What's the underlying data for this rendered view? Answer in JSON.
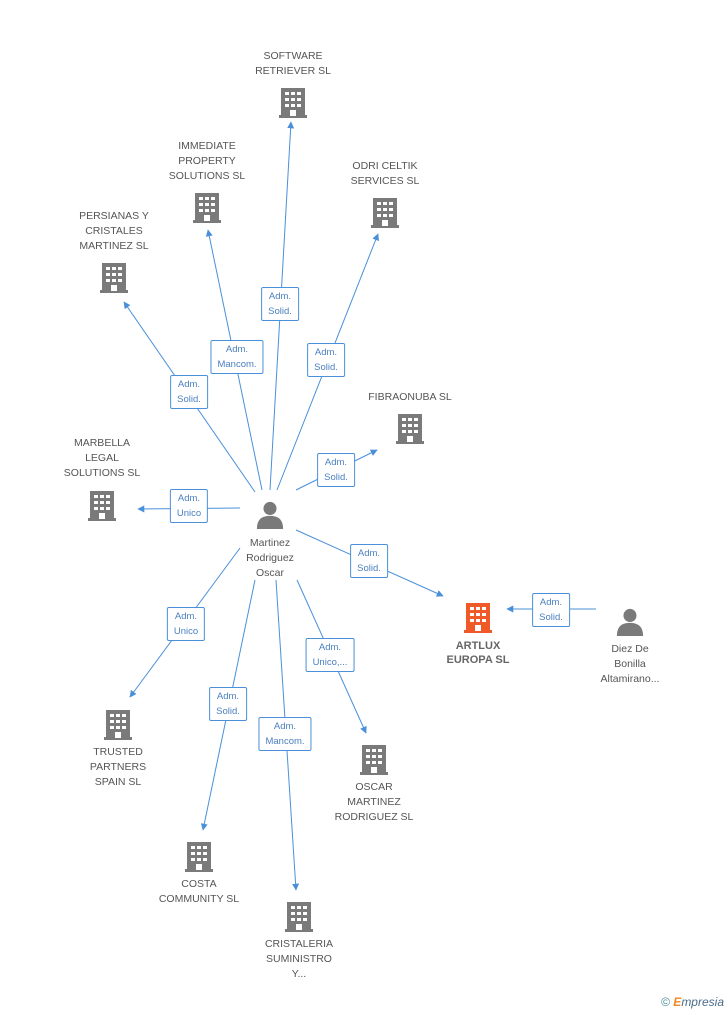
{
  "colors": {
    "building": "#7a7a7a",
    "focus_building": "#f05a28",
    "person": "#7a7a7a",
    "edge": "#4a90d9"
  },
  "center": {
    "name_lines": [
      "Martinez",
      "Rodriguez",
      "Oscar"
    ],
    "icon": "person-icon"
  },
  "companies": [
    {
      "id": "software",
      "lines": [
        "SOFTWARE",
        "RETRIEVER  SL"
      ],
      "icon": "building-icon"
    },
    {
      "id": "immediate",
      "lines": [
        "IMMEDIATE",
        "PROPERTY",
        "SOLUTIONS SL"
      ],
      "icon": "building-icon"
    },
    {
      "id": "odri",
      "lines": [
        "ODRI CELTIK",
        "SERVICES  SL"
      ],
      "icon": "building-icon"
    },
    {
      "id": "persianas",
      "lines": [
        "PERSIANAS Y",
        "CRISTALES",
        "MARTINEZ  SL"
      ],
      "icon": "building-icon"
    },
    {
      "id": "fibraonuba",
      "lines": [
        "FIBRAONUBA SL"
      ],
      "icon": "building-icon"
    },
    {
      "id": "marbella",
      "lines": [
        "MARBELLA",
        "LEGAL",
        "SOLUTIONS  SL"
      ],
      "icon": "building-icon"
    },
    {
      "id": "artlux",
      "lines": [
        "ARTLUX",
        "EUROPA SL"
      ],
      "icon": "building-icon",
      "focus": true
    },
    {
      "id": "trusted",
      "lines": [
        "TRUSTED",
        "PARTNERS",
        "SPAIN  SL"
      ],
      "icon": "building-icon"
    },
    {
      "id": "oscar",
      "lines": [
        "OSCAR",
        "MARTINEZ",
        "RODRIGUEZ SL"
      ],
      "icon": "building-icon"
    },
    {
      "id": "costa",
      "lines": [
        "COSTA",
        "COMMUNITY SL"
      ],
      "icon": "building-icon"
    },
    {
      "id": "cristaleria",
      "lines": [
        "CRISTALERIA",
        "SUMINISTRO",
        "Y..."
      ],
      "icon": "building-icon"
    }
  ],
  "other_person": {
    "lines": [
      "Diez De",
      "Bonilla",
      "Altamirano..."
    ],
    "icon": "person-icon"
  },
  "edges": [
    {
      "to": "software",
      "lines": [
        "Adm.",
        "Solid."
      ]
    },
    {
      "to": "immediate",
      "lines": [
        "Adm.",
        "Mancom."
      ]
    },
    {
      "to": "odri",
      "lines": [
        "Adm.",
        "Solid."
      ]
    },
    {
      "to": "persianas",
      "lines": [
        "Adm.",
        "Solid."
      ]
    },
    {
      "to": "fibraonuba",
      "lines": [
        "Adm.",
        "Solid."
      ]
    },
    {
      "to": "marbella",
      "lines": [
        "Adm.",
        "Unico"
      ]
    },
    {
      "to": "artlux",
      "lines": [
        "Adm.",
        "Solid."
      ]
    },
    {
      "to": "trusted",
      "lines": [
        "Adm.",
        "Unico"
      ]
    },
    {
      "to": "oscar",
      "lines": [
        "Adm.",
        "Unico,..."
      ]
    },
    {
      "to": "costa",
      "lines": [
        "Adm.",
        "Solid."
      ]
    },
    {
      "to": "cristaleria",
      "lines": [
        "Adm.",
        "Mancom."
      ]
    },
    {
      "from": "other_person",
      "to": "artlux",
      "lines": [
        "Adm.",
        "Solid."
      ]
    }
  ],
  "watermark": {
    "copyright": "©",
    "brand_initial": "E",
    "brand_rest": "mpresia"
  }
}
